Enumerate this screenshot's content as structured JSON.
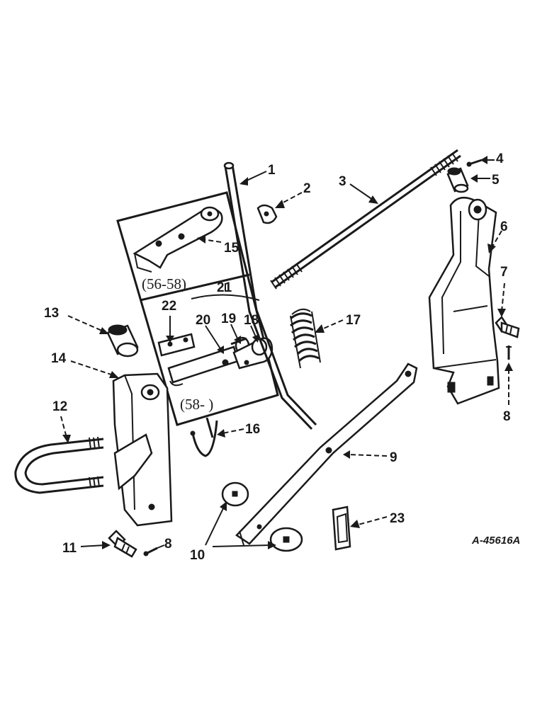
{
  "callouts": {
    "c1": "1",
    "c2": "2",
    "c3": "3",
    "c4": "4",
    "c5": "5",
    "c6": "6",
    "c7": "7",
    "c8a": "8",
    "c8b": "8",
    "c9": "9",
    "c10": "10",
    "c11": "11",
    "c12": "12",
    "c13": "13",
    "c14": "14",
    "c15": "15",
    "c16": "16",
    "c17": "17",
    "c18": "18",
    "c19": "19",
    "c20": "20",
    "c21": "21",
    "c22": "22",
    "c23": "23"
  },
  "inset": {
    "upper_label": "(56-58)",
    "lower_label": "(58-     )"
  },
  "figure_ref": "A-45616A"
}
